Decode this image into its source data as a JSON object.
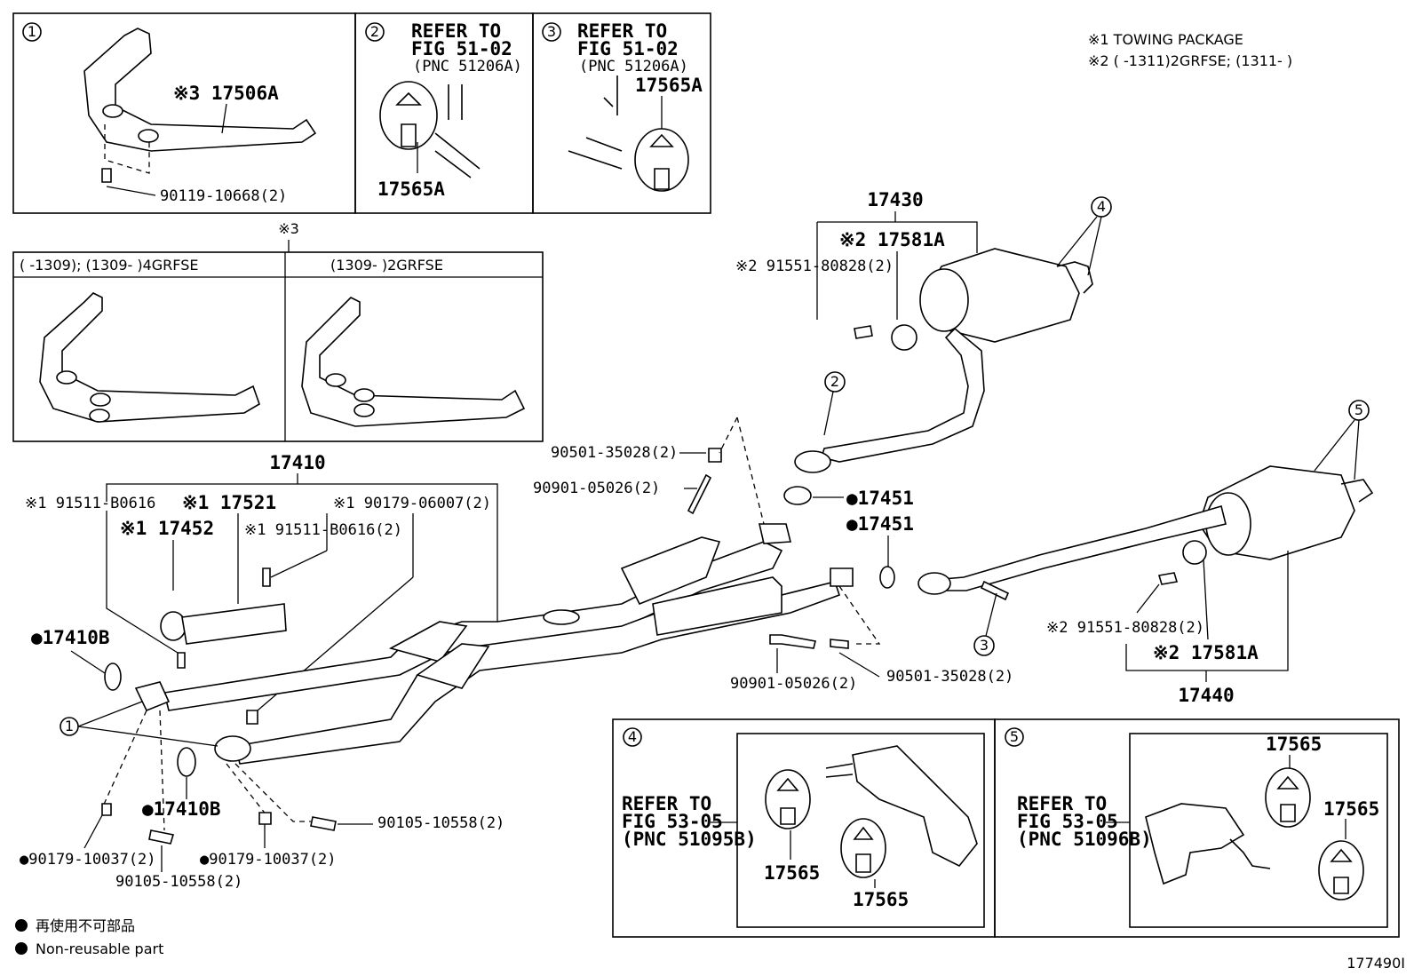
{
  "notes": {
    "note1": "※1  TOWING PACKAGE",
    "note2": "※2 (      -1311)2GRFSE; (1311-      )",
    "note3_marker": "※3"
  },
  "inset_boxes": {
    "box1": {
      "num": "1",
      "part": "※3 17506A",
      "bolt": "90119-10668(2)"
    },
    "box2": {
      "num": "2",
      "ref1": "REFER TO",
      "ref2": "FIG 51-02",
      "ref3": "(PNC 51206A)",
      "part": "17565A"
    },
    "box3": {
      "num": "3",
      "ref1": "REFER TO",
      "ref2": "FIG 51-02",
      "ref3": "(PNC 51206A)",
      "part": "17565A"
    },
    "variants": {
      "left_header": "(      -1309); (1309-      )4GRFSE",
      "right_header": "(1309-      )2GRFSE"
    },
    "box4": {
      "num": "4",
      "ref1": "REFER TO",
      "ref2": "FIG 53-05",
      "ref3": "(PNC 51095B)",
      "part_a": "17565",
      "part_b": "17565"
    },
    "box5": {
      "num": "5",
      "ref1": "REFER TO",
      "ref2": "FIG 53-05",
      "ref3": "(PNC 51096B)",
      "part_a": "17565",
      "part_b": "17565"
    }
  },
  "labels": {
    "p17410": "17410",
    "p91511_a": "※1 91511-B0616",
    "p17521": "※1 17521",
    "p90179_06007": "※1 90179-06007(2)",
    "p17452": "※1 17452",
    "p91511_b": "※1 91511-B0616(2)",
    "p17410B_a": "●17410B",
    "p17410B_b": "●17410B",
    "p90179_10037_a": "●90179-10037(2)",
    "p90179_10037_b": "●90179-10037(2)",
    "p90105_a": "90105-10558(2)",
    "p90105_b": "90105-10558(2)",
    "p90501_a": "90501-35028(2)",
    "p90901_a": "90901-05026(2)",
    "p17451_a": "●17451",
    "p17451_b": "●17451",
    "p90901_b": "90901-05026(2)",
    "p90501_b": "90501-35028(2)",
    "p17430": "17430",
    "p17581A_a": "※2 17581A",
    "p91551_a": "※2 91551-80828(2)",
    "p91551_b": "※2 91551-80828(2)",
    "p17581A_b": "※2 17581A",
    "p17440": "17440",
    "c1": "1",
    "c2": "2",
    "c3": "3",
    "c4": "4",
    "c5": "5"
  },
  "legend": {
    "jp": "再使用不可部品",
    "en": "Non-reusable part"
  },
  "figure_id": "177490I"
}
